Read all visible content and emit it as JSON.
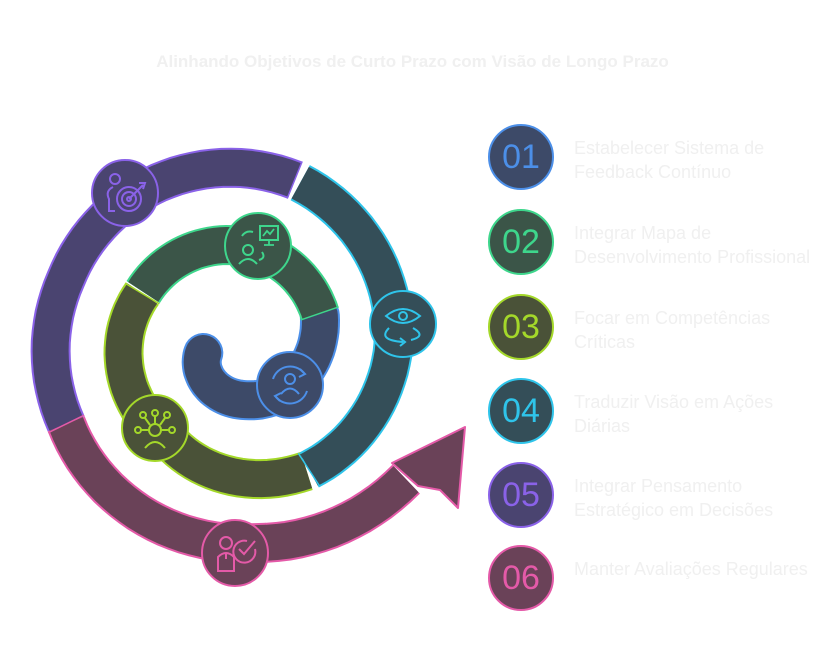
{
  "title": "Alinhando Objetivos de Curto Prazo com Visão de Longo Prazo",
  "steps": [
    {
      "number": "01",
      "label": "Estabelecer Sistema de Feedback Contínuo",
      "fill": "#3d4a68",
      "stroke": "#4c8fe8",
      "icon": "person-refresh-icon"
    },
    {
      "number": "02",
      "label": "Integrar Mapa de Desenvolvimento Profissional",
      "fill": "#3b5548",
      "stroke": "#3ed68c",
      "icon": "person-chart-cycle-icon"
    },
    {
      "number": "03",
      "label": "Focar em Competências Críticas",
      "fill": "#4a5238",
      "stroke": "#a4d82a",
      "icon": "person-skills-network-icon"
    },
    {
      "number": "04",
      "label": "Traduzir Visão em Ações Diárias",
      "fill": "#344e58",
      "stroke": "#2fc4ea",
      "icon": "eye-cycle-icon"
    },
    {
      "number": "05",
      "label": "Integrar Pensamento Estratégico em Decisões",
      "fill": "#4a4470",
      "stroke": "#8a62e8",
      "icon": "person-target-icon"
    },
    {
      "number": "06",
      "label": "Manter Avaliações Regulares",
      "fill": "#6a4258",
      "stroke": "#e45aa8",
      "icon": "person-check-icon"
    }
  ]
}
